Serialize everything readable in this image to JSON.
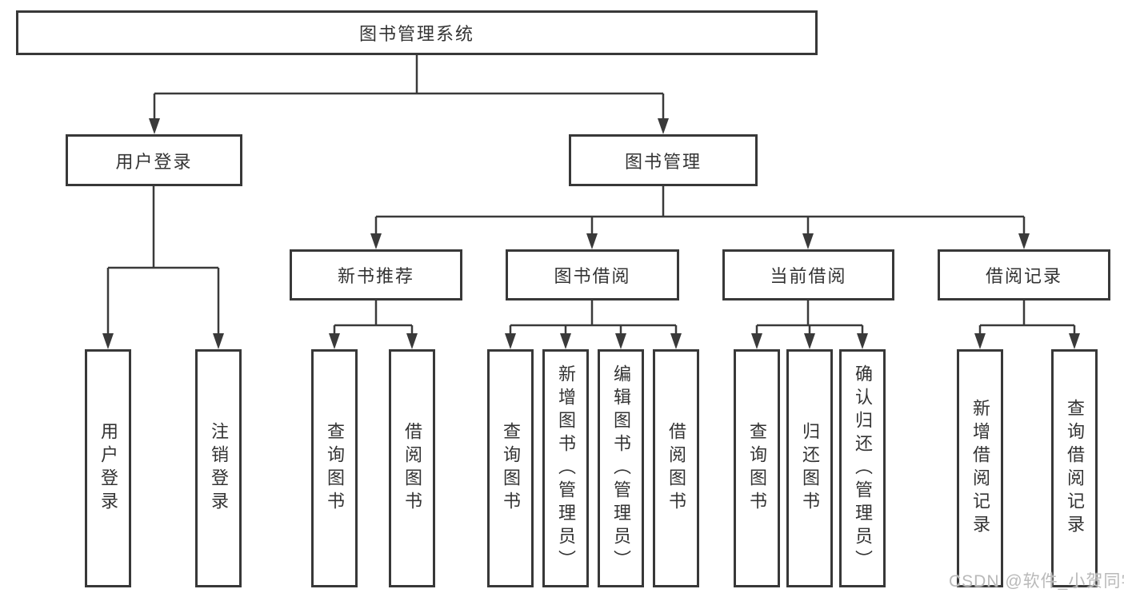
{
  "diagram": {
    "root": {
      "label": "图书管理系统"
    },
    "level2": [
      {
        "label": "用户登录"
      },
      {
        "label": "图书管理"
      }
    ],
    "level3": [
      {
        "label": "新书推荐"
      },
      {
        "label": "图书借阅"
      },
      {
        "label": "当前借阅"
      },
      {
        "label": "借阅记录"
      }
    ],
    "leaves": {
      "login": [
        "用户登录",
        "注销登录"
      ],
      "newbook": [
        "查询图书",
        "借阅图书"
      ],
      "borrow": [
        "查询图书",
        "新增图书（管理员）",
        "编辑图书（管理员）",
        "借阅图书"
      ],
      "current": [
        "查询图书",
        "归还图书",
        "确认归还（管理员）"
      ],
      "records": [
        "新增借阅记录",
        "查询借阅记录"
      ]
    }
  },
  "watermark": "CSDN @软件_小贺同学",
  "colors": {
    "line": "#3a3a3a",
    "box_border": "#383838",
    "text": "#333333",
    "watermark": "#b9b9b9",
    "background": "#ffffff"
  }
}
